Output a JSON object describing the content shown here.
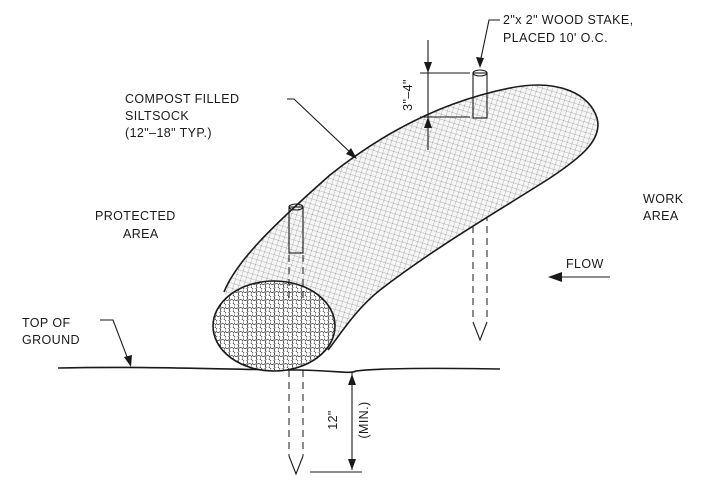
{
  "labels": {
    "stake_line1": "2\"x 2\" WOOD STAKE,",
    "stake_line2": "PLACED 10' O.C.",
    "compost_line1": "COMPOST FILLED",
    "compost_line2": "SILTSOCK",
    "compost_line3": "(12\"–18\" TYP.)",
    "protected_line1": "PROTECTED",
    "protected_line2": "AREA",
    "work_line1": "WORK",
    "work_line2": "AREA",
    "flow": "FLOW",
    "ground_line1": "TOP OF",
    "ground_line2": "GROUND",
    "stake_height": "3\"–4\"",
    "depth_line1": "12\"",
    "depth_line2": "(MIN.)"
  },
  "colors": {
    "ink": "#1a1a1a",
    "mesh": "#7a7a7a",
    "sock_fill": "#f6f6f6"
  }
}
